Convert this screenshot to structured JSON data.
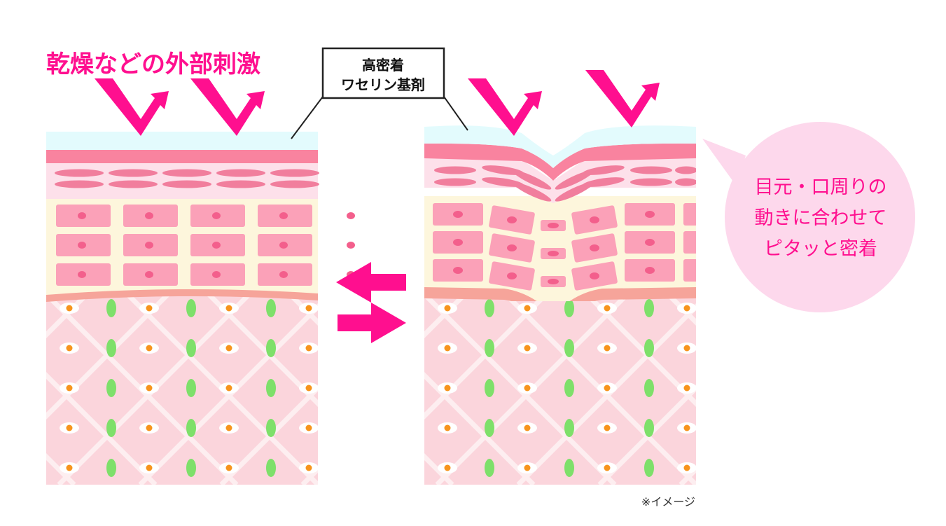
{
  "headline": "乾燥などの外部刺激",
  "callout": {
    "line1": "高密着",
    "line2": "ワセリン基剤"
  },
  "bubble": {
    "line1": "目元・口周りの",
    "line2": "動きに合わせて",
    "line3": "ピタッと密着"
  },
  "note": "※イメージ",
  "colors": {
    "accent": "#ff0f8f",
    "vaseline_film": "#e3fbfd",
    "stratum_band": "#f9839f",
    "corneum": "#fde0ea",
    "flat_cells": "#f17e9d",
    "epidermis_bg": "#fdf6dc",
    "epidermis_cell": "#fba1b8",
    "nucleus": "#f35f8c",
    "basement": "#f6a49a",
    "dermis": "#fbd5dc",
    "fiber": "#fdeef0",
    "fibroblast": "#7ee06a",
    "dot": "#f7941d",
    "bubble": "#fdd8ec",
    "arrow": "#ff0f8f"
  }
}
